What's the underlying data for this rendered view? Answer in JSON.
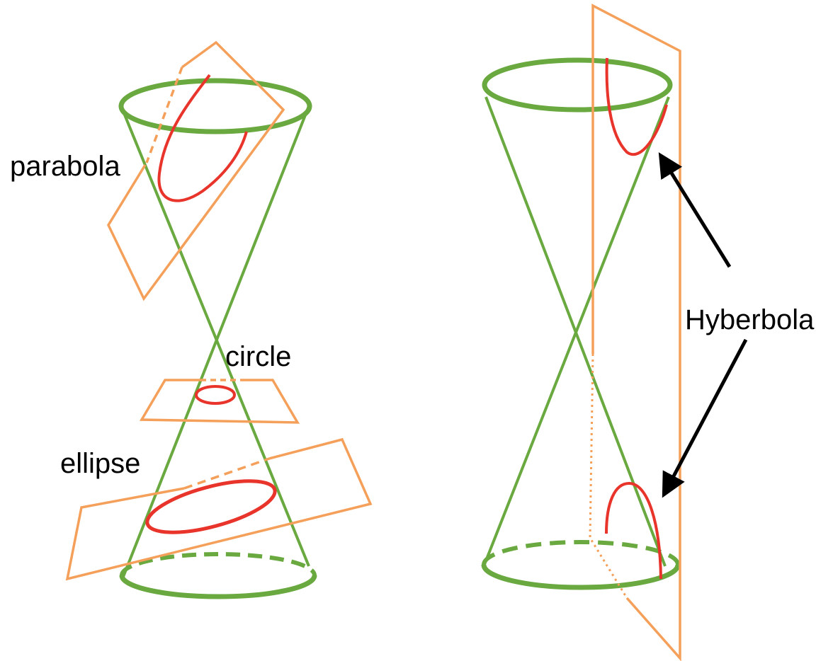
{
  "labels": {
    "parabola": "parabola",
    "circle": "circle",
    "ellipse": "ellipse",
    "hyperbola": "Hyberbola"
  },
  "colors": {
    "cone": "#69a93f",
    "plane": "#f5a05a",
    "curve": "#e8342a",
    "arrow": "#000000",
    "background": "#ffffff"
  }
}
